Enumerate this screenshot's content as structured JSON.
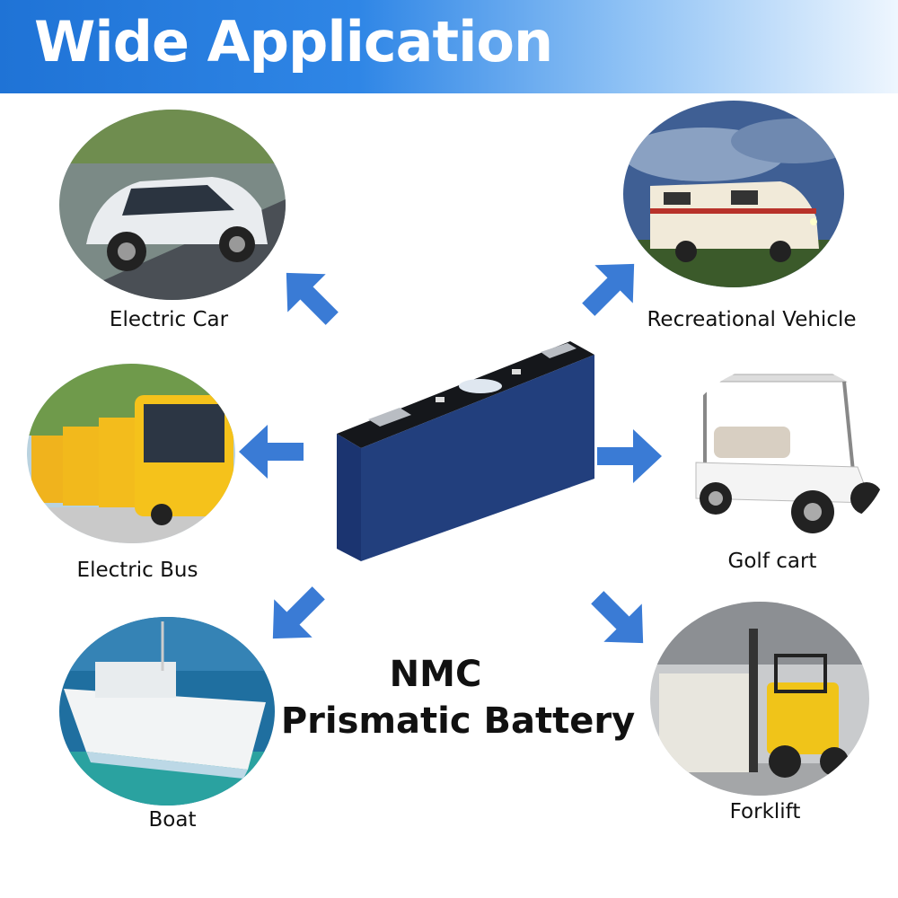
{
  "header": {
    "title": "Wide Application"
  },
  "applications": [
    {
      "label": "Electric Car"
    },
    {
      "label": "Recreational Vehicle"
    },
    {
      "label": "Electric Bus"
    },
    {
      "label": "Golf cart"
    },
    {
      "label": "Boat"
    },
    {
      "label": "Forklift"
    }
  ],
  "product": {
    "line1": "NMC",
    "line2": "Prismatic Battery"
  },
  "colors": {
    "banner": "#1f73d6",
    "arrow": "#3a7bd5",
    "battery": "#1e3f80"
  },
  "icons": [
    "arrow-icon",
    "battery-cell-icon"
  ]
}
